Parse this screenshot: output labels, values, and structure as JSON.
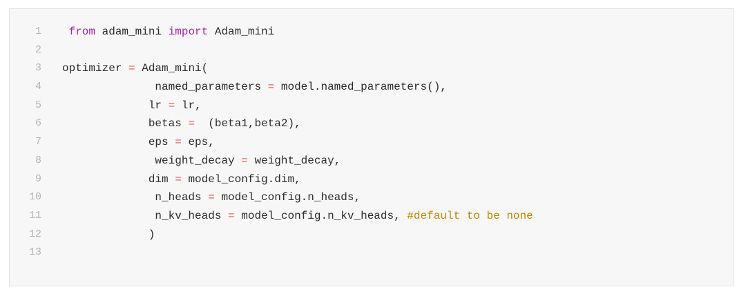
{
  "code_block": {
    "lines": [
      {
        "number": "1",
        "segments": [
          {
            "type": "kw",
            "text": " from"
          },
          {
            "type": "tx",
            "text": " adam_mini "
          },
          {
            "type": "kw",
            "text": "import"
          },
          {
            "type": "tx",
            "text": " Adam_mini"
          }
        ]
      },
      {
        "number": "2",
        "segments": []
      },
      {
        "number": "3",
        "segments": [
          {
            "type": "tx",
            "text": "optimizer "
          },
          {
            "type": "op",
            "text": "="
          },
          {
            "type": "tx",
            "text": " Adam_mini("
          }
        ]
      },
      {
        "number": "4",
        "segments": [
          {
            "type": "tx",
            "text": "              named_parameters "
          },
          {
            "type": "op",
            "text": "="
          },
          {
            "type": "tx",
            "text": " model.named_parameters(),"
          }
        ]
      },
      {
        "number": "5",
        "segments": [
          {
            "type": "tx",
            "text": "             lr "
          },
          {
            "type": "op",
            "text": "="
          },
          {
            "type": "tx",
            "text": " lr,"
          }
        ]
      },
      {
        "number": "6",
        "segments": [
          {
            "type": "tx",
            "text": "             betas "
          },
          {
            "type": "op",
            "text": "="
          },
          {
            "type": "tx",
            "text": "  (beta1,beta2),"
          }
        ]
      },
      {
        "number": "7",
        "segments": [
          {
            "type": "tx",
            "text": "             eps "
          },
          {
            "type": "op",
            "text": "="
          },
          {
            "type": "tx",
            "text": " eps,"
          }
        ]
      },
      {
        "number": "8",
        "segments": [
          {
            "type": "tx",
            "text": "              weight_decay "
          },
          {
            "type": "op",
            "text": "="
          },
          {
            "type": "tx",
            "text": " weight_decay,"
          }
        ]
      },
      {
        "number": "9",
        "segments": [
          {
            "type": "tx",
            "text": "             dim "
          },
          {
            "type": "op",
            "text": "="
          },
          {
            "type": "tx",
            "text": " model_config.dim,"
          }
        ]
      },
      {
        "number": "10",
        "segments": [
          {
            "type": "tx",
            "text": "              n_heads "
          },
          {
            "type": "op",
            "text": "="
          },
          {
            "type": "tx",
            "text": " model_config.n_heads,"
          }
        ]
      },
      {
        "number": "11",
        "segments": [
          {
            "type": "tx",
            "text": "              n_kv_heads "
          },
          {
            "type": "op",
            "text": "="
          },
          {
            "type": "tx",
            "text": " model_config.n_kv_heads, "
          },
          {
            "type": "cm",
            "text": "#default to be none"
          }
        ]
      },
      {
        "number": "12",
        "segments": [
          {
            "type": "tx",
            "text": "             )"
          }
        ]
      },
      {
        "number": "13",
        "segments": []
      }
    ]
  },
  "colors": {
    "background": "#f7f7f7",
    "border": "#e3e3e3",
    "line_number": "#b3b3b3",
    "text": "#2b2b2b",
    "keyword": "#a626a4",
    "operator": "#e45649",
    "comment": "#c18401"
  }
}
